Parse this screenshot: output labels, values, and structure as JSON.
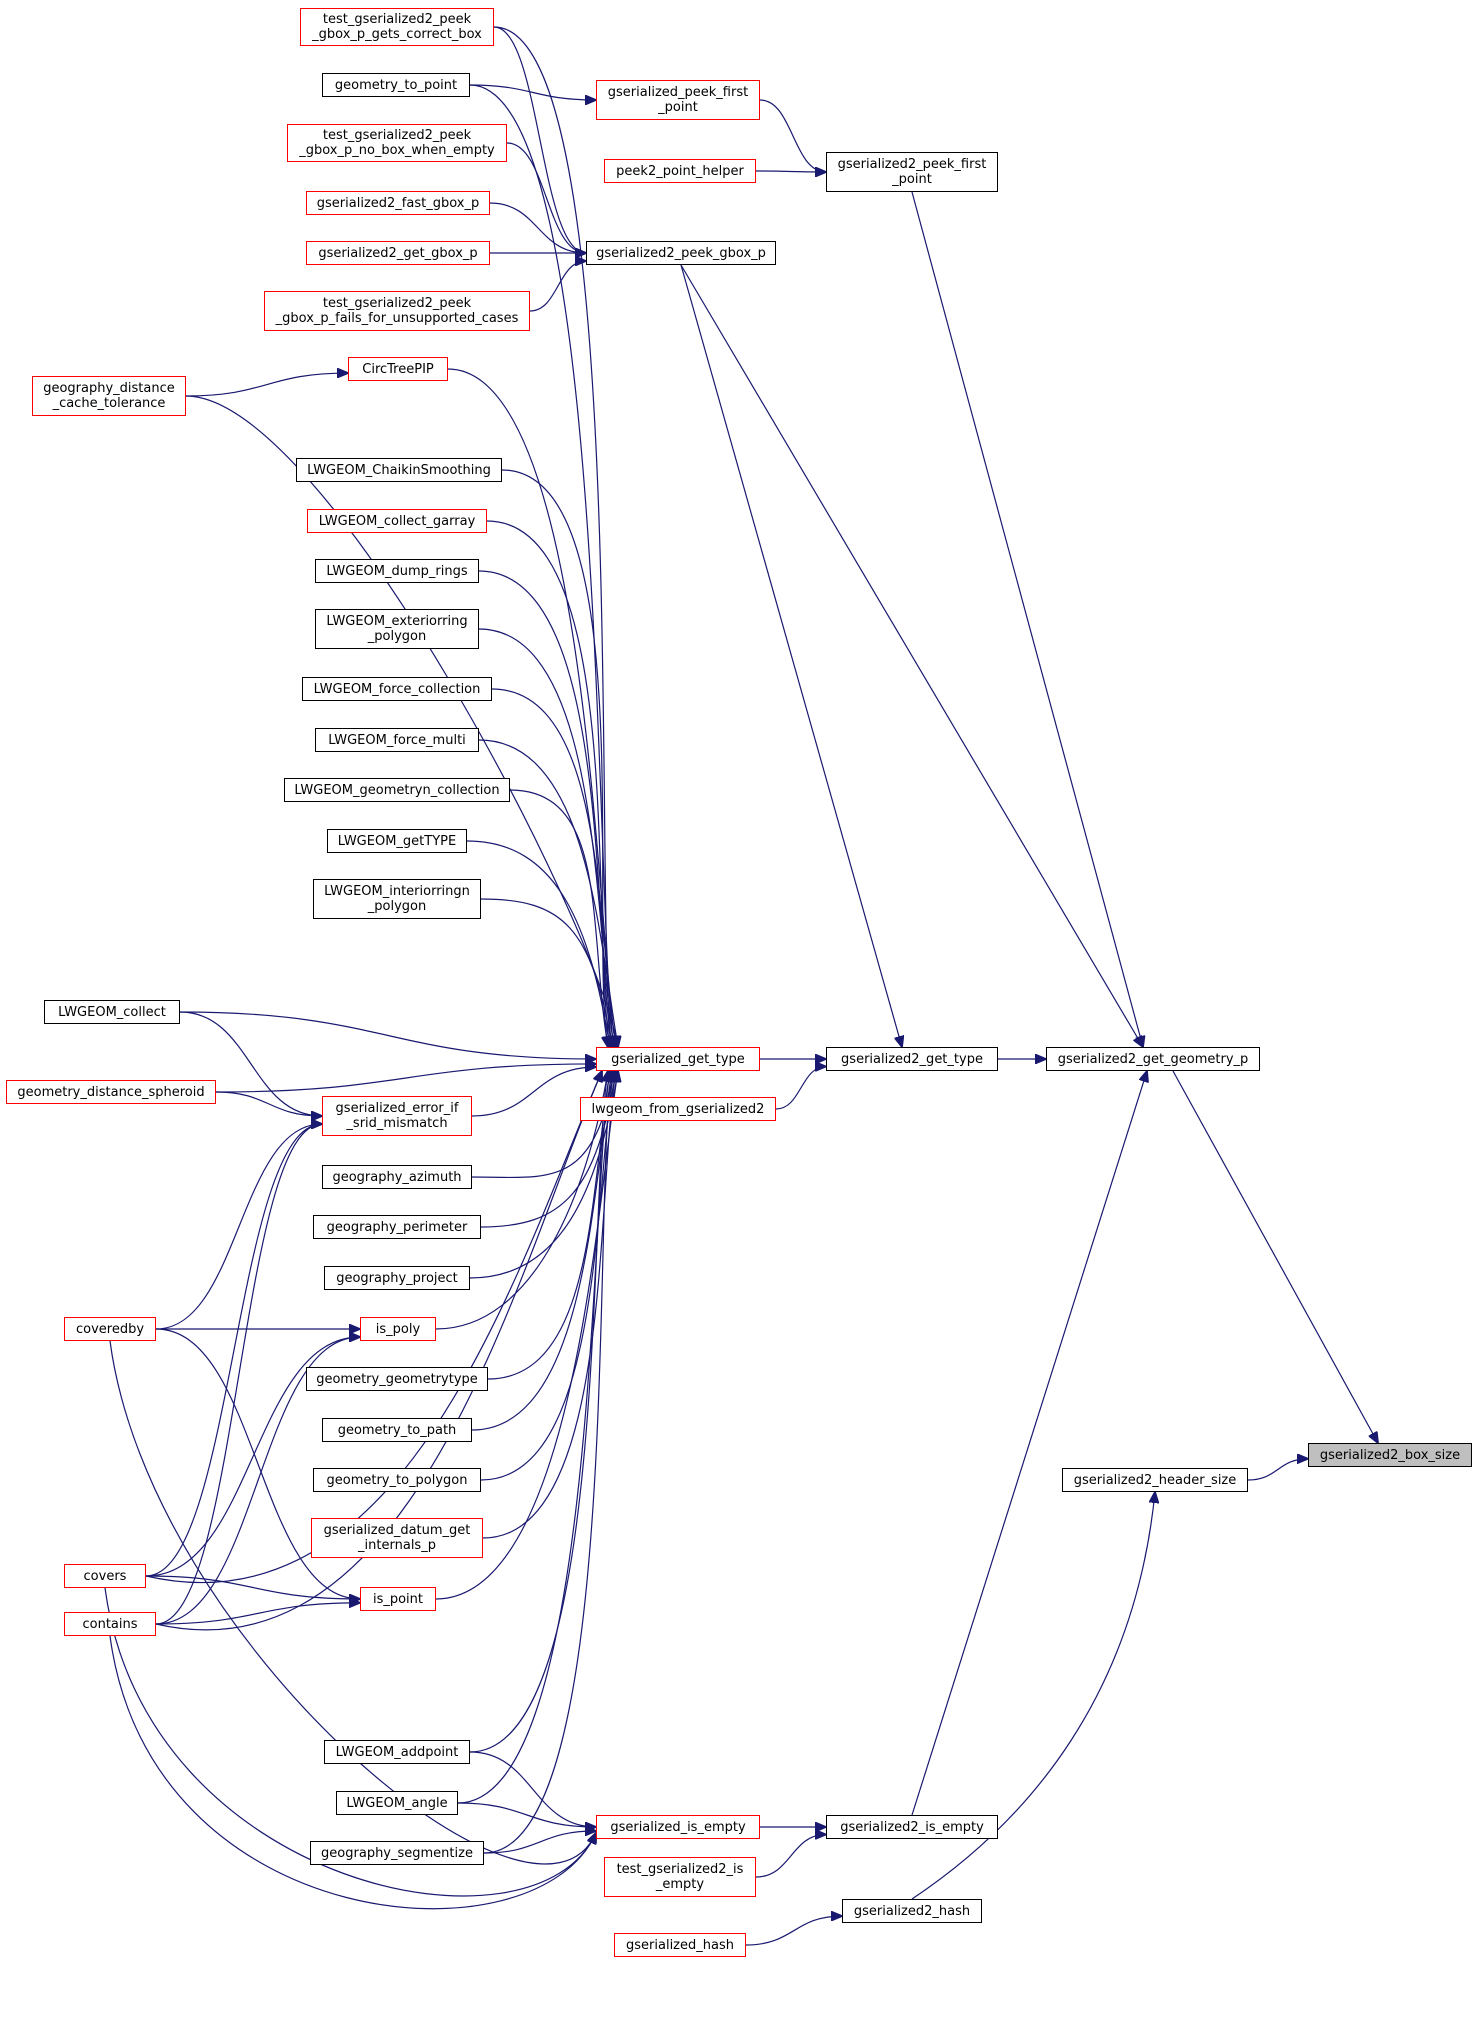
{
  "colors": {
    "edge": "#191970",
    "border": "#000000",
    "border_incomplete": "#ff0000",
    "focus_fill": "#bfbfbf"
  },
  "nodes": {
    "tg_correct_box": {
      "label": "test_gserialized2_peek\n_gbox_p_gets_correct_box",
      "incomplete": true
    },
    "geometry_to_point": {
      "label": "geometry_to_point"
    },
    "gs_peek_first_point": {
      "label": "gserialized_peek_first\n_point",
      "incomplete": true
    },
    "tg_no_box": {
      "label": "test_gserialized2_peek\n_gbox_p_no_box_when_empty",
      "incomplete": true
    },
    "peek2_point_helper": {
      "label": "peek2_point_helper",
      "incomplete": true
    },
    "gs2_peek_first_point": {
      "label": "gserialized2_peek_first\n_point"
    },
    "gs2_fast_gbox_p": {
      "label": "gserialized2_fast_gbox_p",
      "incomplete": true
    },
    "gs2_get_gbox_p": {
      "label": "gserialized2_get_gbox_p",
      "incomplete": true
    },
    "gs2_peek_gbox_p": {
      "label": "gserialized2_peek_gbox_p"
    },
    "tg_fails": {
      "label": "test_gserialized2_peek\n_gbox_p_fails_for_unsupported_cases",
      "incomplete": true
    },
    "geog_dist_cache": {
      "label": "geography_distance\n_cache_tolerance",
      "incomplete": true
    },
    "circtreepip": {
      "label": "CircTreePIP",
      "incomplete": true
    },
    "chaikin": {
      "label": "LWGEOM_ChaikinSmoothing"
    },
    "collect_garray": {
      "label": "LWGEOM_collect_garray",
      "incomplete": true
    },
    "dump_rings": {
      "label": "LWGEOM_dump_rings"
    },
    "exteriorring": {
      "label": "LWGEOM_exteriorring\n_polygon"
    },
    "force_collection": {
      "label": "LWGEOM_force_collection"
    },
    "force_multi": {
      "label": "LWGEOM_force_multi"
    },
    "geometryn_collection": {
      "label": "LWGEOM_geometryn_collection"
    },
    "gettype": {
      "label": "LWGEOM_getTYPE"
    },
    "interiorringn": {
      "label": "LWGEOM_interiorringn\n_polygon"
    },
    "lwgeom_collect": {
      "label": "LWGEOM_collect"
    },
    "geom_dist_spheroid": {
      "label": "geometry_distance_spheroid",
      "incomplete": true
    },
    "gs_error_srid": {
      "label": "gserialized_error_if\n_srid_mismatch",
      "incomplete": true
    },
    "gs_get_type": {
      "label": "gserialized_get_type",
      "incomplete": true
    },
    "lwgeom_from_gs2": {
      "label": "lwgeom_from_gserialized2",
      "incomplete": true
    },
    "gs2_get_type": {
      "label": "gserialized2_get_type"
    },
    "gs2_get_geometry_p": {
      "label": "gserialized2_get_geometry_p"
    },
    "geog_azimuth": {
      "label": "geography_azimuth"
    },
    "geog_perimeter": {
      "label": "geography_perimeter"
    },
    "geog_project": {
      "label": "geography_project"
    },
    "coveredby": {
      "label": "coveredby",
      "incomplete": true
    },
    "is_poly": {
      "label": "is_poly",
      "incomplete": true
    },
    "geom_geometrytype": {
      "label": "geometry_geometrytype"
    },
    "geom_to_path": {
      "label": "geometry_to_path"
    },
    "gs2_box_size": {
      "label": "gserialized2_box_size",
      "focus": true
    },
    "geom_to_polygon": {
      "label": "geometry_to_polygon"
    },
    "gs2_header_size": {
      "label": "gserialized2_header_size"
    },
    "gs_datum_internals": {
      "label": "gserialized_datum_get\n_internals_p",
      "incomplete": true
    },
    "covers": {
      "label": "covers",
      "incomplete": true
    },
    "is_point": {
      "label": "is_point",
      "incomplete": true
    },
    "contains": {
      "label": "contains",
      "incomplete": true
    },
    "addpoint": {
      "label": "LWGEOM_addpoint"
    },
    "angle": {
      "label": "LWGEOM_angle"
    },
    "gs_is_empty": {
      "label": "gserialized_is_empty",
      "incomplete": true
    },
    "gs2_is_empty": {
      "label": "gserialized2_is_empty"
    },
    "geog_segmentize": {
      "label": "geography_segmentize"
    },
    "tg_is_empty": {
      "label": "test_gserialized2_is\n_empty",
      "incomplete": true
    },
    "gs2_hash": {
      "label": "gserialized2_hash"
    },
    "gs_hash": {
      "label": "gserialized_hash",
      "incomplete": true
    }
  }
}
